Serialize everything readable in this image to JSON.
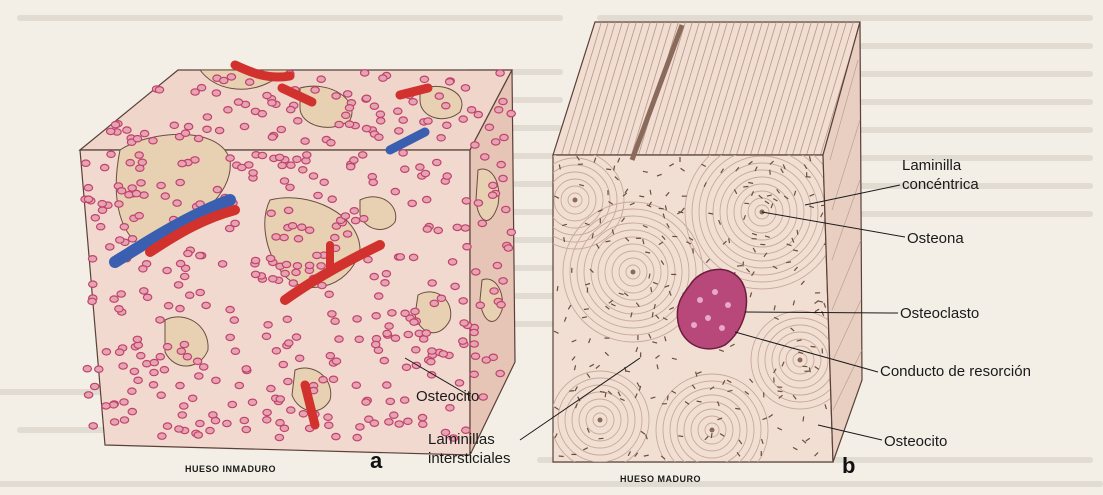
{
  "panel_a": {
    "letter": "a",
    "caption": "HUESO INMADURO",
    "labels": {
      "osteocito": "Osteocito"
    }
  },
  "panel_b": {
    "letter": "b",
    "caption": "HUESO MADURO",
    "labels": {
      "laminilla_line1": "Laminilla",
      "laminilla_line2": "concéntrica",
      "osteona": "Osteona",
      "osteoclasto": "Osteoclasto",
      "conducto": "Conducto de resorción",
      "osteocito": "Osteocito",
      "intersticiales_line1": "Laminillas",
      "intersticiales_line2": "intersticiales"
    }
  },
  "colors": {
    "bone_fill": "#f2d9cf",
    "bone_side": "#e6c4b6",
    "cell": "#c0446a",
    "artery": "#d2322d",
    "vein": "#3a5fb0",
    "osteoclast": "#b8477a",
    "lamella": "#c9a99a"
  }
}
